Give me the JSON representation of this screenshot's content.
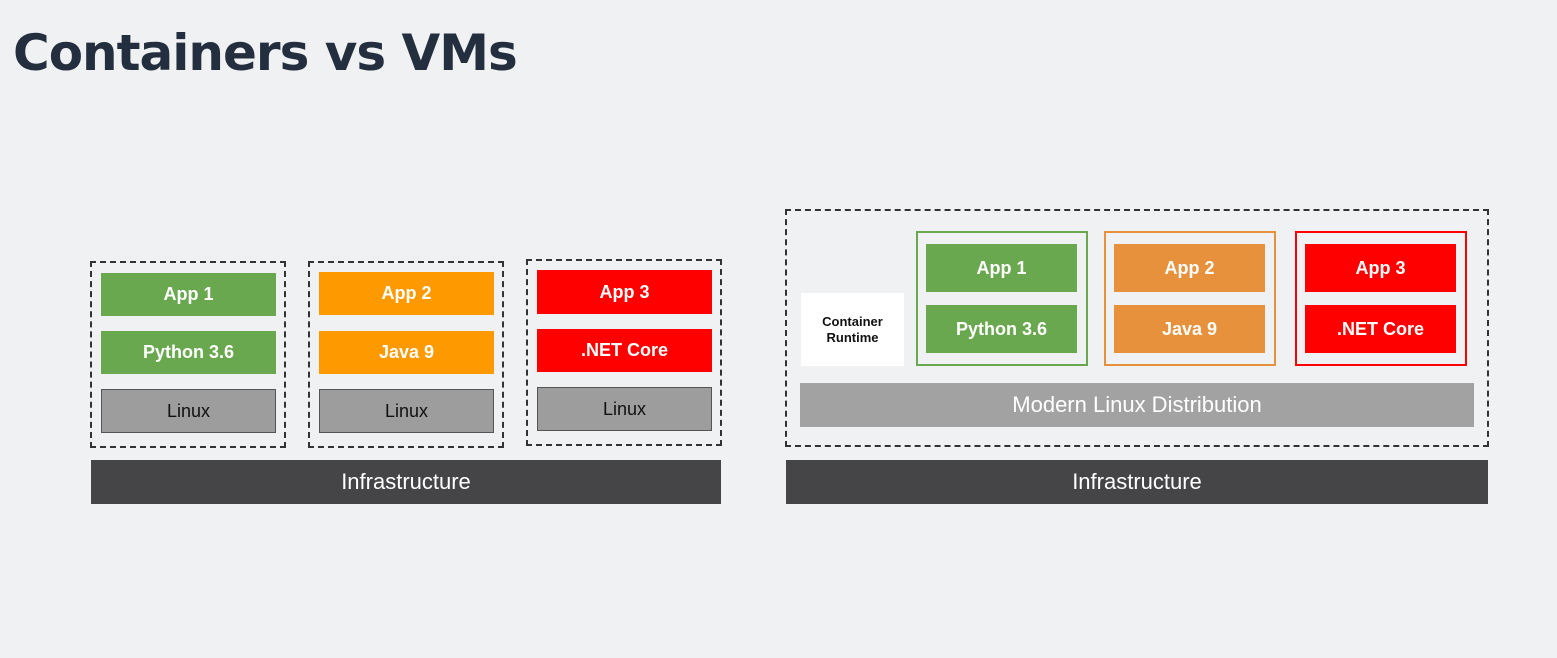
{
  "title": "Containers vs VMs",
  "vm_side": {
    "vms": [
      {
        "app": "App 1",
        "runtime": "Python 3.6",
        "os": "Linux",
        "color": "#6aa84f"
      },
      {
        "app": "App 2",
        "runtime": "Java 9",
        "os": "Linux",
        "color": "#ff9900"
      },
      {
        "app": "App 3",
        "runtime": ".NET Core",
        "os": "Linux",
        "color": "#ff0000"
      }
    ],
    "infrastructure": "Infrastructure"
  },
  "container_side": {
    "container_runtime": "Container Runtime",
    "containers": [
      {
        "app": "App 1",
        "runtime": "Python 3.6",
        "color": "#6aa84f"
      },
      {
        "app": "App 2",
        "runtime": "Java 9",
        "color": "#e8913d"
      },
      {
        "app": "App 3",
        "runtime": ".NET Core",
        "color": "#ff0000"
      }
    ],
    "distribution": "Modern Linux Distribution",
    "infrastructure": "Infrastructure"
  }
}
